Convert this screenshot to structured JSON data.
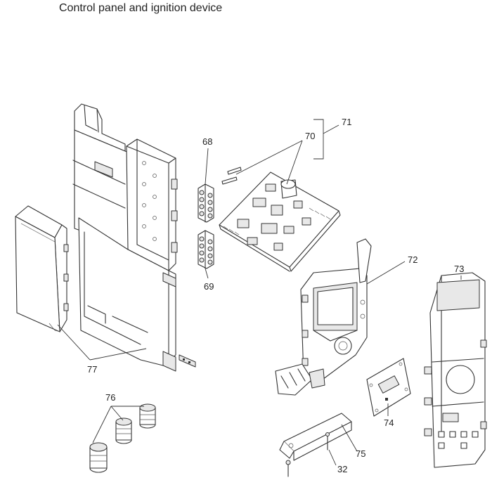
{
  "title": "Control panel and ignition device",
  "callouts": [
    {
      "id": "68",
      "label": "68"
    },
    {
      "id": "69",
      "label": "69"
    },
    {
      "id": "70",
      "label": "70"
    },
    {
      "id": "71",
      "label": "71"
    },
    {
      "id": "72",
      "label": "72"
    },
    {
      "id": "73",
      "label": "73"
    },
    {
      "id": "74",
      "label": "74"
    },
    {
      "id": "75",
      "label": "75"
    },
    {
      "id": "76",
      "label": "76"
    },
    {
      "id": "77",
      "label": "77"
    },
    {
      "id": "32",
      "label": "32"
    }
  ]
}
